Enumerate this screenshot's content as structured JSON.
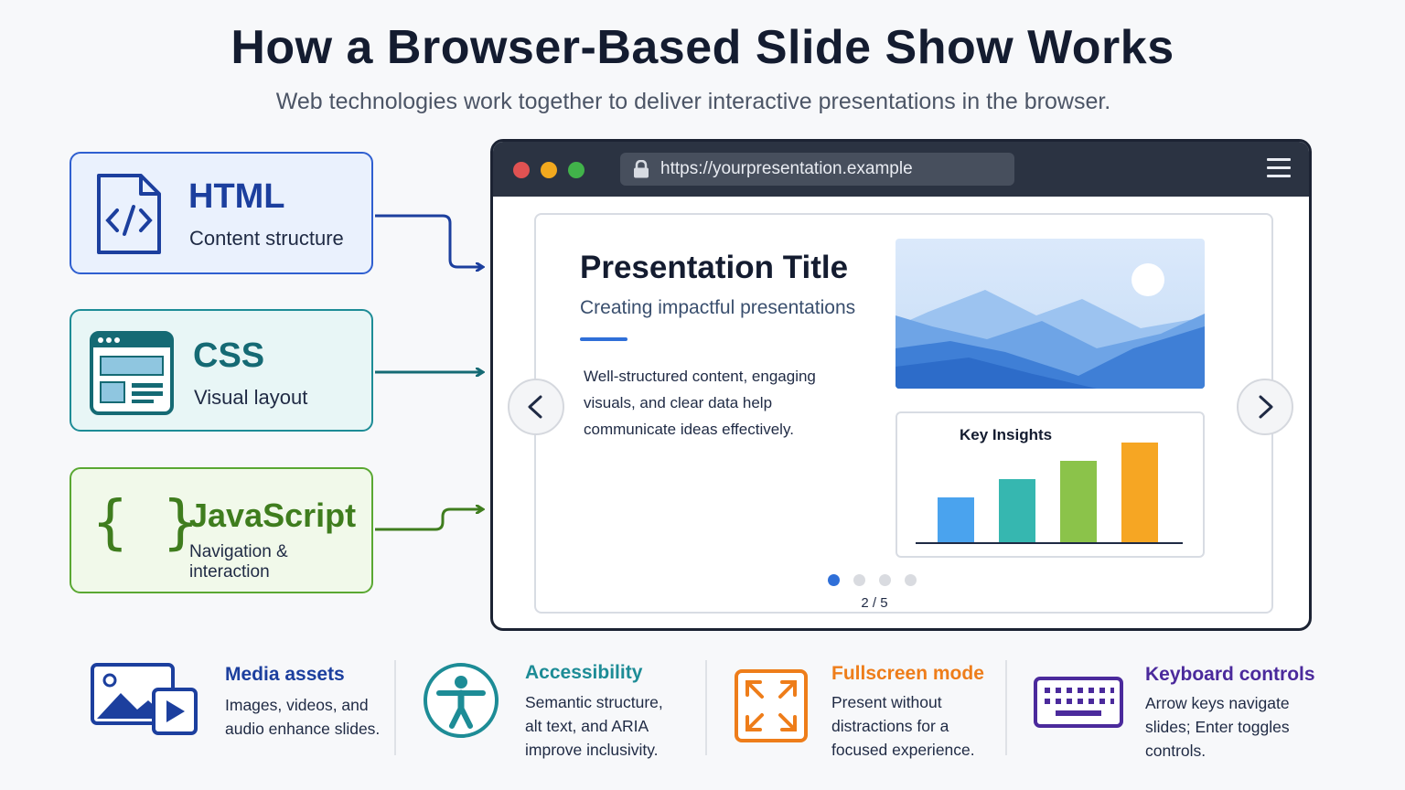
{
  "title": "How a Browser-Based Slide Show Works",
  "subtitle": "Web technologies work together to deliver interactive presentations in the browser.",
  "tech": {
    "html": {
      "title": "HTML",
      "desc": "Content structure",
      "icon": "code-file-icon",
      "color": "#2f5fd0"
    },
    "css": {
      "title": "CSS",
      "desc": "Visual layout",
      "icon": "layout-window-icon",
      "color": "#1d8c96"
    },
    "js": {
      "title": "JavaScript",
      "desc": "Navigation & interaction",
      "icon": "curly-braces-icon",
      "glyph": "{ }",
      "color": "#5aa832"
    }
  },
  "browser": {
    "url": "https://yourpresentation.example",
    "window_dots": [
      "#e05252",
      "#f2a91e",
      "#41b34a"
    ]
  },
  "slide": {
    "title": "Presentation Title",
    "subtitle": "Creating impactful presentations",
    "body": "Well-structured content, engaging visuals, and clear data help communicate ideas effectively.",
    "insights": {
      "title": "Key Insights",
      "bars": [
        {
          "value": 2,
          "color": "#4aa3ee"
        },
        {
          "value": 2.8,
          "color": "#36b7b0"
        },
        {
          "value": 3.6,
          "color": "#8bc34a"
        },
        {
          "value": 4.4,
          "color": "#f6a623"
        }
      ]
    },
    "pager": {
      "count_text": "2 / 5",
      "total": 4,
      "active": 0
    }
  },
  "features": [
    {
      "title": "Media assets",
      "desc": [
        "Images, videos, and",
        "audio enhance slides."
      ],
      "color": "#1c3f9e",
      "icon": "media-icon"
    },
    {
      "title": "Accessibility",
      "desc": [
        "Semantic structure,",
        "alt text, and ARIA",
        "improve inclusivity."
      ],
      "color": "#1d8c96",
      "icon": "accessibility-icon"
    },
    {
      "title": "Fullscreen mode",
      "desc": [
        "Present without",
        "distractions for a",
        "focused experience."
      ],
      "color": "#ee7d1a",
      "icon": "fullscreen-icon"
    },
    {
      "title": "Keyboard controls",
      "desc": [
        "Arrow keys navigate",
        "slides; Enter toggles",
        "controls."
      ],
      "color": "#4b2a9c",
      "icon": "keyboard-icon"
    }
  ]
}
